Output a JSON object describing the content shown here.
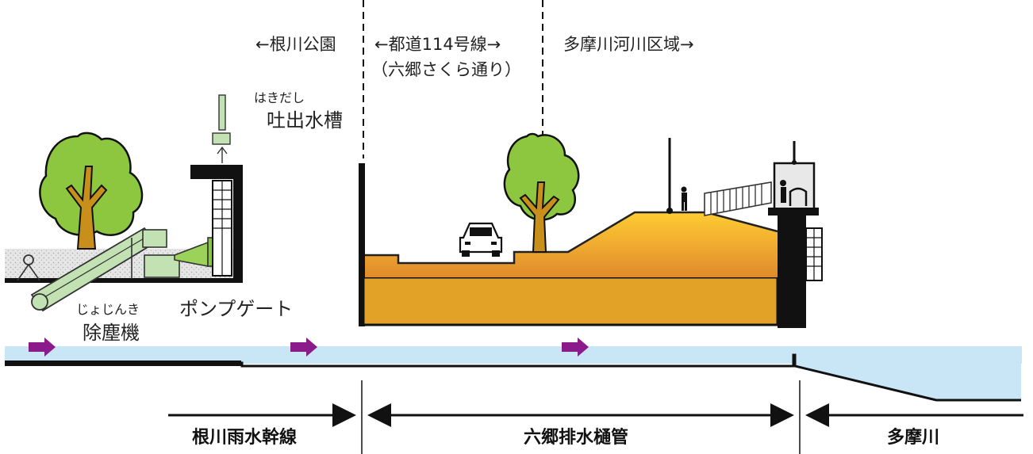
{
  "zones": {
    "park": "←根川公園",
    "road": "←都道114号線→",
    "road_sub": "（六郷さくら通り）",
    "river_area": "多摩川河川区域→"
  },
  "labels": {
    "discharge_tank_reading": "はきだし",
    "discharge_tank": "吐出水槽",
    "screen_reading": "じょじんき",
    "screen": "除塵機",
    "pump_gate": "ポンプゲート"
  },
  "sections": {
    "trunk_line": "根川雨水幹線",
    "drain_pipe": "六郷排水樋管",
    "tama_river": "多摩川"
  },
  "colors": {
    "water": "#c9e6f6",
    "levee_top": "#f5b820",
    "levee_bottom": "#d99a2a",
    "embankment_base": "#e2a228",
    "tree": "#8dc63f",
    "trunk": "#b8860b",
    "arrow": "#8b1a8b",
    "machine": "#c3e2b3",
    "ground": "#e2e2e2"
  }
}
